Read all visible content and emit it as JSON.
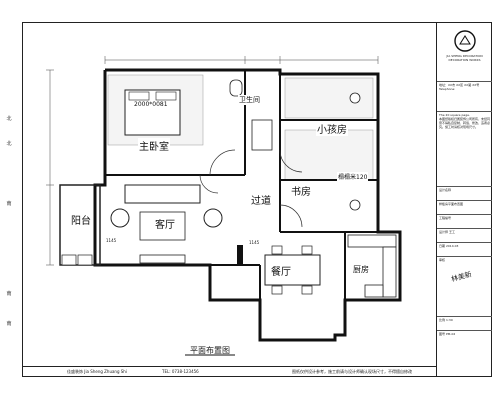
{
  "plan": {
    "title": "平面布置图",
    "rooms": {
      "master_bedroom": "主卧室",
      "bathroom": "卫生间",
      "kids_room": "小孩房",
      "corridor": "过道",
      "study": "书房",
      "balcony": "阳台",
      "living_room": "客厅",
      "dining_room": "餐厅",
      "kitchen": "厨房",
      "tatami": "榻榻米120",
      "bed_label": "2000*0081",
      "dim_a": "1145",
      "dim_b": "1145"
    }
  },
  "sidebar": {
    "company_cn": "JIA SHENG DECORATION",
    "company_en": "DECORATION WORKS",
    "address": "地址：XX市 XX区 XX路 XX号",
    "phone_label": "Telephone:",
    "project_label": "The 20 square page.",
    "desc": "本图纸版权归属装饰公司所有，未经同意不得私自复制、转载、修改，违者必究。施工时请核对现场尺寸。",
    "rows": [
      {
        "label": "设计名称",
        "value": ""
      },
      {
        "label": "样板房平面布置图",
        "value": ""
      },
      {
        "label": "工程编号",
        "value": ""
      },
      {
        "label": "设计师",
        "value": "王工"
      },
      {
        "label": "日期",
        "value": "2014.03"
      },
      {
        "label": "审核",
        "value": ""
      },
      {
        "label": "比例",
        "value": "1:30"
      },
      {
        "label": "图号",
        "value": "PM-02"
      }
    ],
    "signature": "林美新"
  },
  "left_strip": {
    "labels": [
      "北",
      "北",
      "南",
      "南",
      "南"
    ]
  },
  "bottom_bar": {
    "company": "佳盛装饰 Jia Sheng Zhuang Shi",
    "phone": "TEL: 0738-123456",
    "note": "图纸仅供设计参考，施工前请与设计师确认现场尺寸，不得擅自修改"
  }
}
